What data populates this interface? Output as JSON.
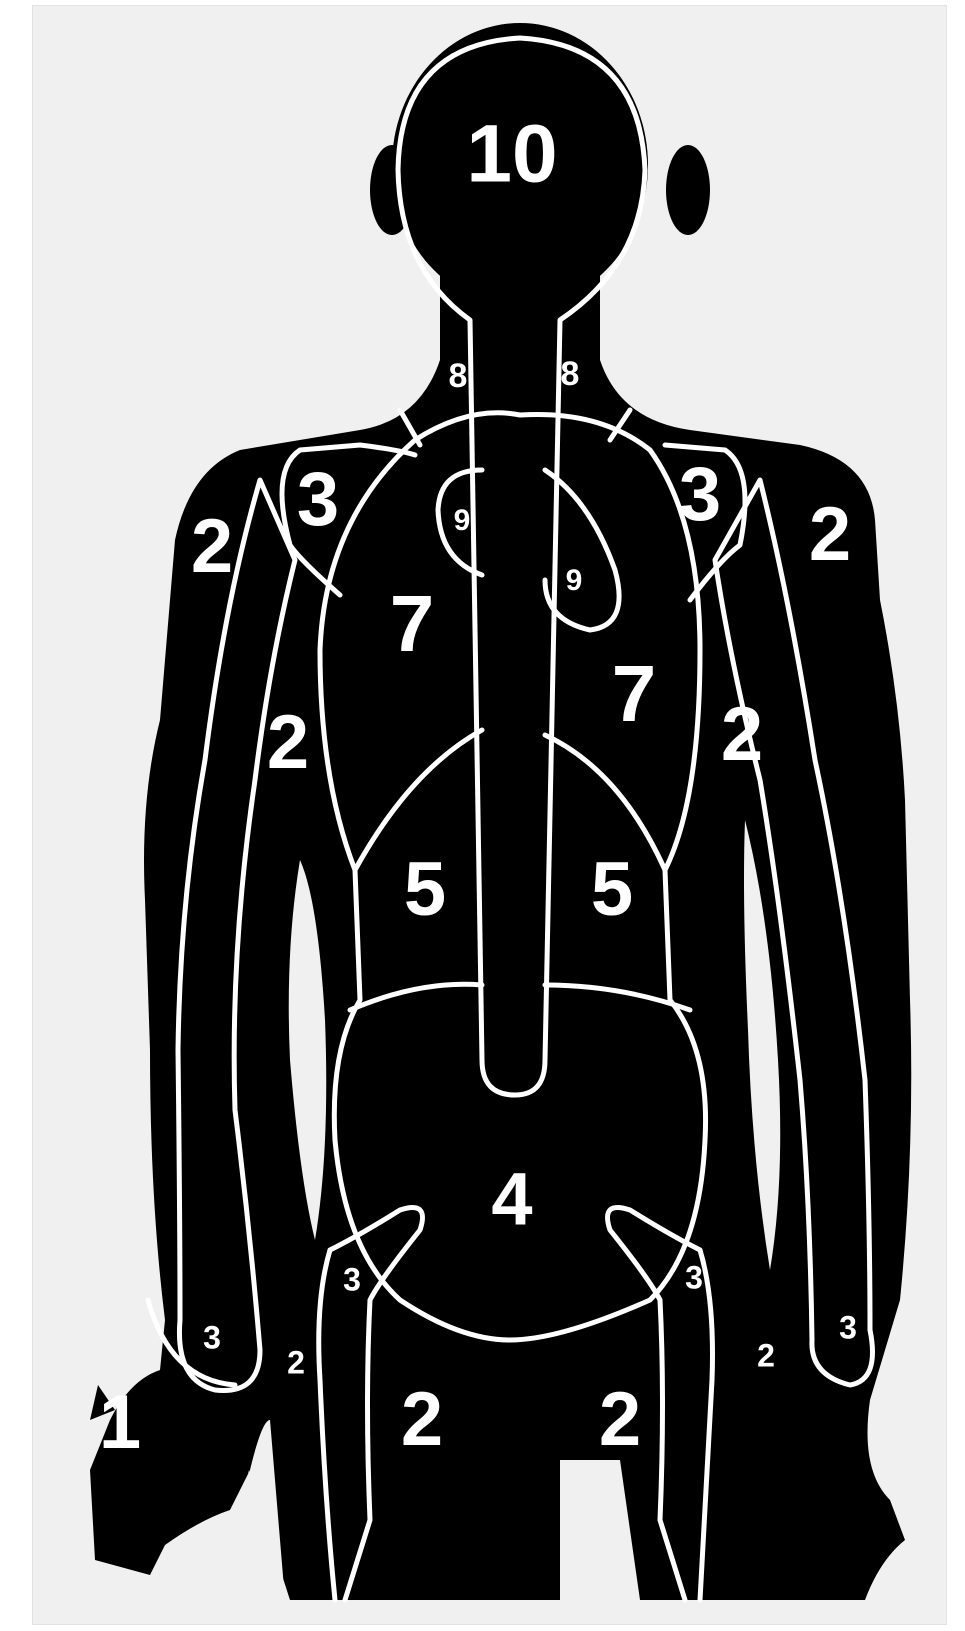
{
  "target": {
    "scores": {
      "head": "10",
      "neck_left": "8",
      "neck_right": "8",
      "heart_left": "9",
      "heart_right": "9",
      "shoulder_left": "3",
      "shoulder_right": "3",
      "arm_outer_left": "2",
      "arm_outer_right": "2",
      "lung_left": "7",
      "lung_right": "7",
      "arm_inner_left": "2",
      "arm_inner_right": "2",
      "liver_left": "5",
      "liver_right": "5",
      "abdomen": "4",
      "hip_left": "3",
      "hip_right": "3",
      "hand_left": "3",
      "hand_right": "3",
      "side_left": "2",
      "side_right": "2",
      "leg_left": "2",
      "leg_right": "2",
      "gun_hand": "1"
    },
    "colors": {
      "silhouette": "#000000",
      "outline": "#ffffff",
      "background": "#f1f0f0"
    }
  }
}
